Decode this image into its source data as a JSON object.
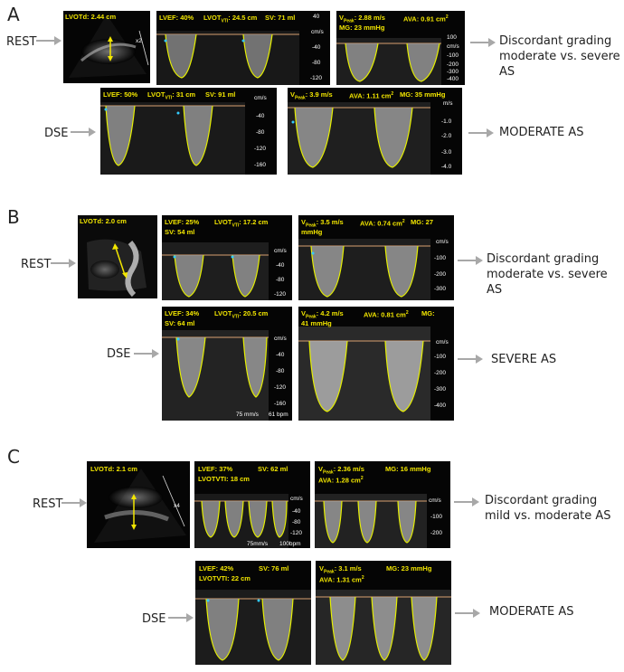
{
  "panels": [
    {
      "letter": "A",
      "rest_label": "REST",
      "dse_label": "DSE",
      "rest_result": [
        "Discordant grading",
        "moderate vs. severe AS"
      ],
      "dse_result": "MODERATE AS",
      "rest_2d": {
        "text": "LVOTd: 2.44 cm",
        "marker": "x2"
      },
      "rest_lvot": {
        "lvef": "LVEF: 40%",
        "vti": "LVOT",
        "vti_sub": "VTI",
        "vti_val": ": 24.5 cm",
        "sv": "SV: 71 ml",
        "ticks": [
          "40",
          "cm/s",
          "-40",
          "-80",
          "-120"
        ]
      },
      "rest_av": {
        "vpeak": "V",
        "vpeak_sub": "Peak",
        "vpeak_val": ": 2.88 m/s",
        "ava": "AVA: 0.91 cm",
        "ava_sup": "2",
        "mg": "MG: 23 mmHg",
        "ticks": [
          "100",
          "cm/s",
          "-100",
          "-200",
          "-300",
          "-400"
        ]
      },
      "dse_lvot": {
        "lvef": "LVEF: 50%",
        "vti": "LVOT",
        "vti_sub": "VTI",
        "vti_val": ": 31 cm",
        "sv": "SV: 91 ml",
        "ticks": [
          "cm/s",
          "-40",
          "-80",
          "-120",
          "-160"
        ]
      },
      "dse_av": {
        "vpeak": "V",
        "vpeak_sub": "Peak",
        "vpeak_val": ": 3.9 m/s",
        "ava": "AVA: 1.11 cm",
        "ava_sup": "2",
        "mg": "MG: 35 mmHg",
        "ticks": [
          "m/s",
          "-1.0",
          "-2.0",
          "-3.0",
          "-4.0"
        ]
      }
    },
    {
      "letter": "B",
      "rest_label": "REST",
      "dse_label": "DSE",
      "rest_result": [
        "Discordant grading",
        "moderate vs. severe AS"
      ],
      "dse_result": "SEVERE AS",
      "rest_2d": {
        "text": "LVOTd: 2.0 cm"
      },
      "rest_lvot": {
        "lvef": "LVEF: 25%",
        "vti": "LVOT",
        "vti_sub": "VTI",
        "vti_val": ": 17.2 cm",
        "sv": "SV: 54 ml",
        "ticks": [
          "cm/s",
          "-40",
          "-80",
          "-120"
        ]
      },
      "rest_av": {
        "vpeak": "V",
        "vpeak_sub": "Peak",
        "vpeak_val": ": 3.5 m/s",
        "ava": "AVA: 0.74 cm",
        "ava_sup": "2",
        "mg": "MG: 27",
        "mg2": "mmHg",
        "ticks": [
          "cm/s",
          "-100",
          "-200",
          "-300"
        ]
      },
      "dse_lvot": {
        "lvef": "LVEF: 34%",
        "vti": "LVOT",
        "vti_sub": "VTI",
        "vti_val": ": 20.5 cm",
        "sv": "SV: 64 ml",
        "ticks": [
          "cm/s",
          "-40",
          "-80",
          "-120",
          "-160"
        ],
        "footer1": "75 mm/s",
        "footer2": "61 bpm"
      },
      "dse_av": {
        "vpeak": "V",
        "vpeak_sub": "Peak",
        "vpeak_val": ": 4.2 m/s",
        "ava": "AVA: 0.81 cm",
        "ava_sup": "2",
        "mg": "MG:",
        "mg2": "41 mmHg",
        "ticks": [
          "cm/s",
          "-100",
          "-200",
          "-300",
          "-400"
        ]
      }
    },
    {
      "letter": "C",
      "rest_label": "REST",
      "dse_label": "DSE",
      "rest_result": [
        "Discordant grading",
        "mild vs. moderate AS"
      ],
      "dse_result": "MODERATE AS",
      "rest_2d": {
        "text": "LVOTd: 2.1 cm",
        "marker": "x4"
      },
      "rest_lvot": {
        "lvef": "LVEF: 37%",
        "vti": "LVOTVTI: 18 cm",
        "sv": "SV: 62 ml",
        "ticks": [
          "cm/s",
          "-40",
          "-80",
          "-120"
        ],
        "footer1": "75mm/s",
        "footer2": "100bpm"
      },
      "rest_av": {
        "vpeak": "V",
        "vpeak_sub": "Peak",
        "vpeak_val": ": 2.36 m/s",
        "ava": "AVA: 1.28 cm",
        "ava_sup": "2",
        "mg": "MG: 16 mmHg",
        "ticks": [
          "cm/s",
          "-100",
          "-200"
        ]
      },
      "dse_lvot": {
        "lvef": "LVEF: 42%",
        "vti": "LVOTVTI: 22 cm",
        "sv": "SV: 76 ml",
        "ticks": []
      },
      "dse_av": {
        "vpeak": "V",
        "vpeak_sub": "Peak",
        "vpeak_val": ": 3.1 m/s",
        "ava": "AVA: 1.31 cm",
        "ava_sup": "2",
        "mg": "MG: 23 mmHg",
        "ticks": []
      }
    }
  ],
  "colors": {
    "annotation": "#f2e600",
    "trace": "#e6f000",
    "arrow": "#a8a8a8",
    "image_bg": "#050505"
  }
}
